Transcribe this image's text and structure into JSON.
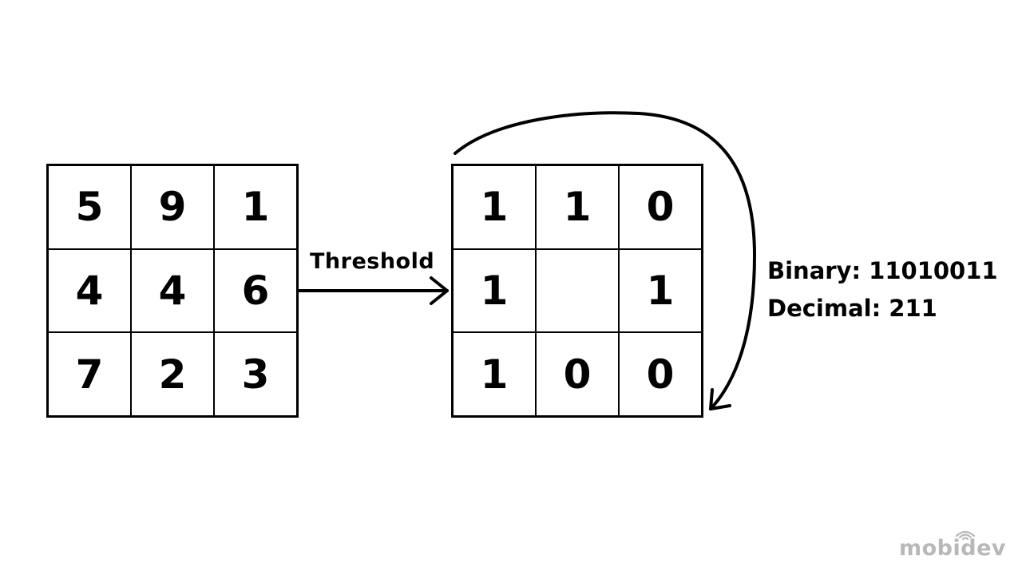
{
  "input_grid": {
    "cells": [
      "5",
      "9",
      "1",
      "4",
      "4",
      "6",
      "7",
      "2",
      "3"
    ]
  },
  "arrow_label": "Threshold",
  "output_grid": {
    "cells": [
      "1",
      "1",
      "0",
      "1",
      "",
      "1",
      "1",
      "0",
      "0"
    ]
  },
  "result": {
    "binary": "Binary: 11010011",
    "decimal": "Decimal: 211"
  },
  "logo_text": "mobidev",
  "colors": {
    "line": "#000000",
    "background": "#ffffff",
    "logo": "#b8b8b8"
  },
  "icons": {
    "logo_mark": "wifi-icon"
  }
}
